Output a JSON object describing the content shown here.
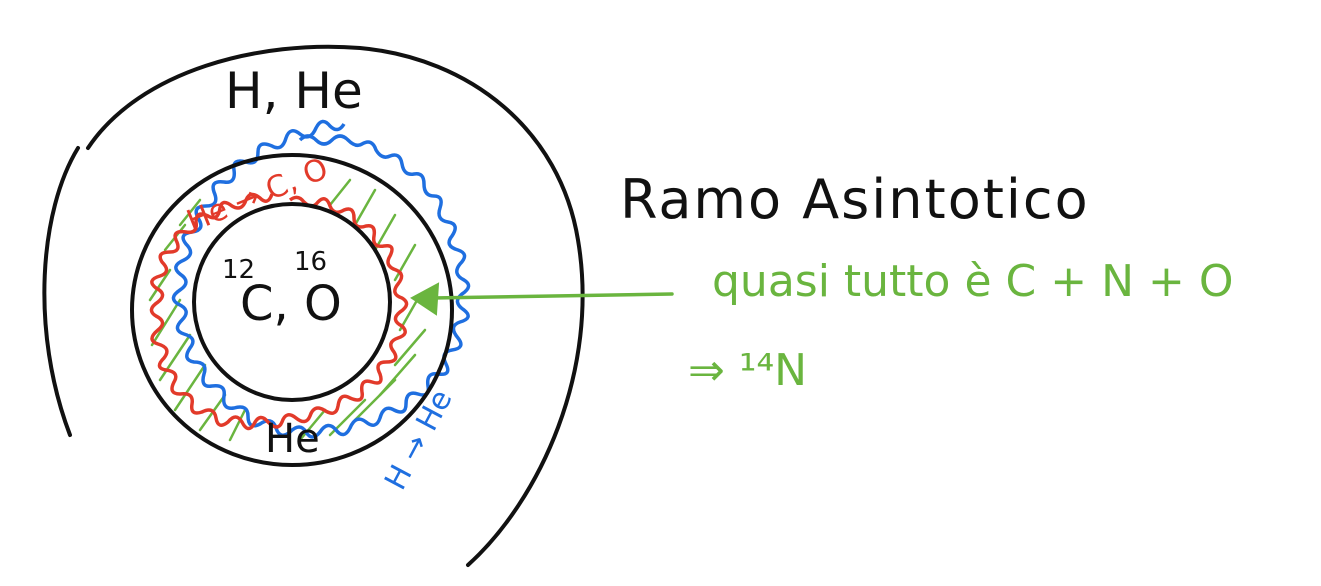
{
  "title": "Ramo Asintotico",
  "labels": {
    "outer_envelope": "H, He",
    "shell_between": "He",
    "core_isotope_c": "12",
    "core_isotope_o": "16",
    "core_composition": "C, O",
    "red_shell": "He → C, O",
    "blue_shell": "H → He"
  },
  "annotation": {
    "line1": "quasi tutto è C + N + O",
    "line2": "⇒ ¹⁴N"
  },
  "colors": {
    "ink": "#111111",
    "blue": "#1f6fe0",
    "red": "#e23a2a",
    "green": "#6ab53f"
  }
}
